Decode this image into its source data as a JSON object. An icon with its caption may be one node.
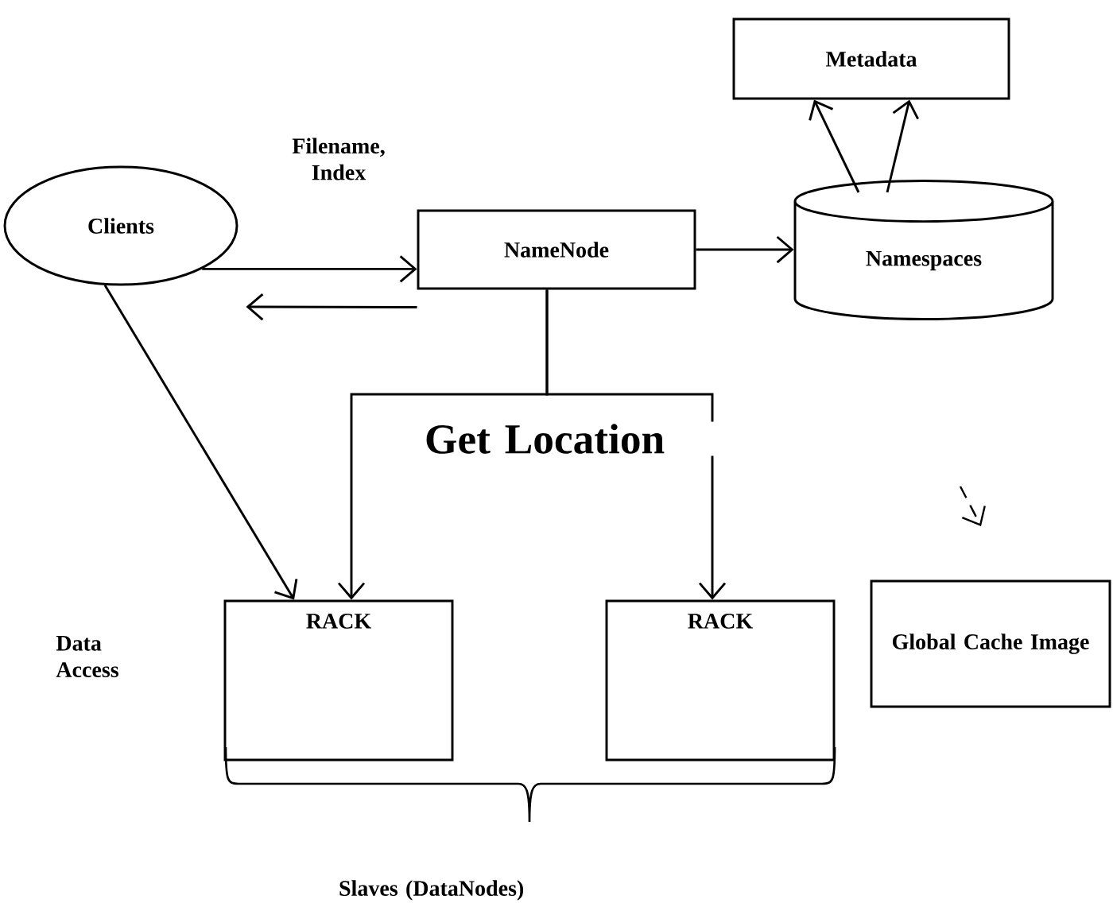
{
  "diagram": {
    "nodes": [
      {
        "text": [
          "Clients"
        ]
      },
      {
        "text": [
          "NameNode"
        ]
      },
      {
        "text": [
          "Namespaces"
        ]
      },
      {
        "text": [
          "Metadata"
        ]
      },
      {
        "text": [
          "RACK"
        ]
      },
      {
        "text": [
          "RACK"
        ]
      },
      {
        "text": [
          "Global Cache Image"
        ]
      }
    ],
    "edges": [
      {
        "from": 0,
        "to": 1,
        "arrow": "to",
        "label": "Filename, Index"
      },
      {
        "from": 1,
        "to": 0,
        "arrow": "to"
      },
      {
        "from": 1,
        "to": 2,
        "arrow": "to"
      },
      {
        "from": 2,
        "to": 3,
        "arrow": "to"
      },
      {
        "from": 2,
        "to": 3,
        "arrow": "to"
      },
      {
        "from": 0,
        "to": 4,
        "arrow": "to"
      },
      {
        "from": 1,
        "to": 4,
        "arrow": "to"
      },
      {
        "from": 1,
        "to": 5,
        "arrow": "to"
      }
    ],
    "labels": [
      "Get Location",
      "Data Access",
      "Slaves (DataNodes)"
    ]
  }
}
